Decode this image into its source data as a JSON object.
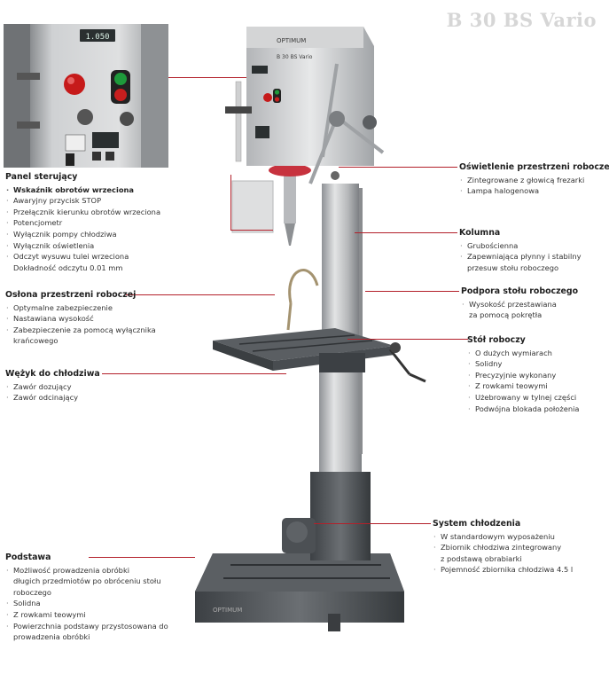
{
  "page": {
    "title": "B 30 BS Vario"
  },
  "machine": {
    "brand_label": "OPTIMUM",
    "model_label": "B 30 BS Vario",
    "display_value": "1.050"
  },
  "panel": {
    "heading": "Panel sterujący",
    "items": [
      {
        "text": "Wskaźnik obrotów wrzeciona",
        "style": "bold"
      },
      {
        "text": "Awaryjny przycisk STOP",
        "style": ""
      },
      {
        "text": "Przełącznik kierunku obrotów wrzeciona",
        "style": ""
      },
      {
        "text": "Potencjometr",
        "style": ""
      },
      {
        "text": "Wyłącznik pompy chłodziwa",
        "style": ""
      },
      {
        "text": "Wyłącznik oświetlenia",
        "style": ""
      },
      {
        "text": "Odczyt wysuwu tulei wrzeciona",
        "style": ""
      },
      {
        "text": "Dokładność odczytu 0.01 mm",
        "style": "cont"
      }
    ]
  },
  "guard": {
    "heading": "Osłona przestrzeni roboczej",
    "items": [
      {
        "text": "Optymalne zabezpieczenie",
        "style": ""
      },
      {
        "text": "Nastawiana wysokość",
        "style": ""
      },
      {
        "text": "Zabezpieczenie za pomocą wyłącznika",
        "style": ""
      },
      {
        "text": "krańcowego",
        "style": "cont"
      }
    ]
  },
  "hose": {
    "heading": "Wężyk do chłodziwa",
    "items": [
      {
        "text": "Zawór dozujący",
        "style": ""
      },
      {
        "text": "Zawór odcinający",
        "style": ""
      }
    ]
  },
  "base": {
    "heading": "Podstawa",
    "items": [
      {
        "text": "Możliwość prowadzenia obróbki",
        "style": ""
      },
      {
        "text": "długich przedmiotów po obróceniu stołu",
        "style": "cont"
      },
      {
        "text": "roboczego",
        "style": "cont"
      },
      {
        "text": "Solidna",
        "style": ""
      },
      {
        "text": "Z rowkami teowymi",
        "style": ""
      },
      {
        "text": "Powierzchnia podstawy przystosowana do",
        "style": ""
      },
      {
        "text": "prowadzenia obróbki",
        "style": "cont"
      }
    ]
  },
  "lighting": {
    "heading": "Oświetlenie przestrzeni roboczej",
    "items": [
      {
        "text": "Zintegrowane z głowicą frezarki",
        "style": ""
      },
      {
        "text": "Lampa halogenowa",
        "style": ""
      }
    ]
  },
  "column": {
    "heading": "Kolumna",
    "items": [
      {
        "text": "Grubościenna",
        "style": ""
      },
      {
        "text": "Zapewniająca płynny i stabilny",
        "style": ""
      },
      {
        "text": "przesuw stołu roboczego",
        "style": "cont"
      }
    ]
  },
  "support": {
    "heading": "Podpora stołu roboczego",
    "items": [
      {
        "text": "Wysokość przestawiana",
        "style": ""
      },
      {
        "text": "za pomocą pokrętła",
        "style": "cont"
      }
    ]
  },
  "table": {
    "heading": "Stół roboczy",
    "items": [
      {
        "text": "O dużych wymiarach",
        "style": ""
      },
      {
        "text": "Solidny",
        "style": ""
      },
      {
        "text": "Precyzyjnie wykonany",
        "style": ""
      },
      {
        "text": "Z rowkami teowymi",
        "style": ""
      },
      {
        "text": "Użebrowany w tylnej części",
        "style": ""
      },
      {
        "text": "Podwójna blokada położenia",
        "style": ""
      }
    ]
  },
  "cooling": {
    "heading": "System chłodzenia",
    "items": [
      {
        "text": "W standardowym wyposażeniu",
        "style": ""
      },
      {
        "text": "Zbiornik chłodziwa zintegrowany",
        "style": ""
      },
      {
        "text": "z podstawą obrabiarki",
        "style": "cont"
      },
      {
        "text": "Pojemność zbiornika chłodziwa 4.5 l",
        "style": ""
      }
    ]
  }
}
